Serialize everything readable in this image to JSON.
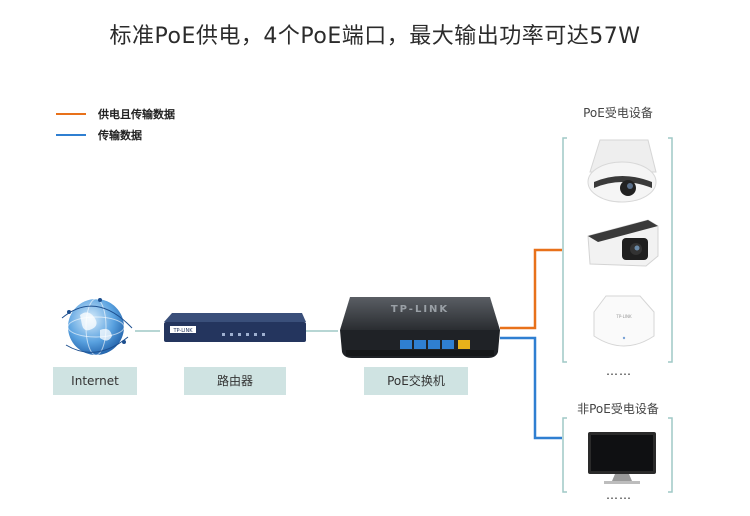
{
  "title": "标准PoE供电，4个PoE端口，最大输出功率可达57W",
  "legend": [
    {
      "label": "供电且传输数据",
      "color": "#e8711a"
    },
    {
      "label": "传输数据",
      "color": "#2f7fd1"
    }
  ],
  "nodes": {
    "internet": "Internet",
    "router": "路由器",
    "switch": "PoE交换机"
  },
  "groups": {
    "poe": {
      "title": "PoE受电设备",
      "more": "……"
    },
    "non_poe": {
      "title": "非PoE受电设备",
      "more": "……"
    }
  },
  "brand": "TP-LINK",
  "colors": {
    "orange": "#e8711a",
    "blue": "#2f7fd1",
    "label_bg": "#cfe3e2",
    "gray_line": "#9fc9c6"
  }
}
